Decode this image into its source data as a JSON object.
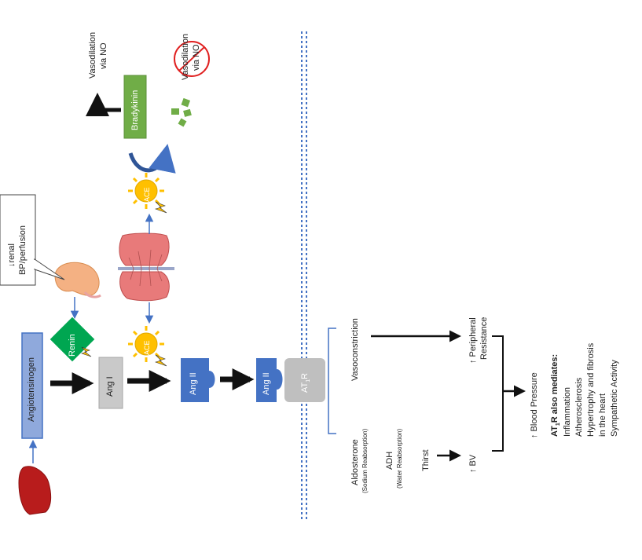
{
  "nodes": {
    "angiotensinogen": "Angiotensinogen",
    "renin": "Renin",
    "ang1": "Ang I",
    "ace_top": "ACE",
    "ace_bottom": "ACE",
    "ang2": "Ang II",
    "ang2_bound": "Ang II",
    "receptor_main": "AT",
    "receptor_sub": "1",
    "receptor_end": "R",
    "bradykinin": "Bradykinin"
  },
  "callout": {
    "line1": "↓renal",
    "line2": "BP/perfusion"
  },
  "vasodilation": {
    "left_line1": "Vasodilation",
    "left_line2": "via NO",
    "right_line1": "Vasodilation",
    "right_line2": "via NO"
  },
  "effects": {
    "vasoconstriction": "Vasoconstriction",
    "aldosterone": "Aldosterone",
    "aldosterone_sub": "(Sodium Reabsorption)",
    "adh": "ADH",
    "adh_sub": "(Water Reabsorption)",
    "thirst": "Thirst",
    "peripheral_line1": "↑ Peripheral",
    "peripheral_line2": "Resistance",
    "bv": "↑ BV",
    "blood_pressure": "↑ Blood Pressure"
  },
  "mediates": {
    "title_main": "AT",
    "title_sub": "1",
    "title_rest": "R also mediates:",
    "items": [
      "Inflammation",
      "Atherosclerosis",
      "Hypertrophy and fibrosis",
      "in the heart",
      "Sympathetic Activity"
    ]
  },
  "colors": {
    "blue_box": "#4472c4",
    "light_blue_box": "#8fa9dc",
    "green": "#70ad47",
    "renin_green": "#00a651",
    "grey": "#a6a6a6",
    "liver": "#b81c1c",
    "kidney": "#f4b183",
    "sun": "#ffc000",
    "arrow_blue": "#4472c4",
    "dotted_line": "#4472c4",
    "no_sign": "#e02020"
  },
  "icons": [
    "liver-icon",
    "kidney-icon",
    "lung-icon",
    "enzyme-sun-icon",
    "lightning-icon",
    "no-sign-icon"
  ]
}
